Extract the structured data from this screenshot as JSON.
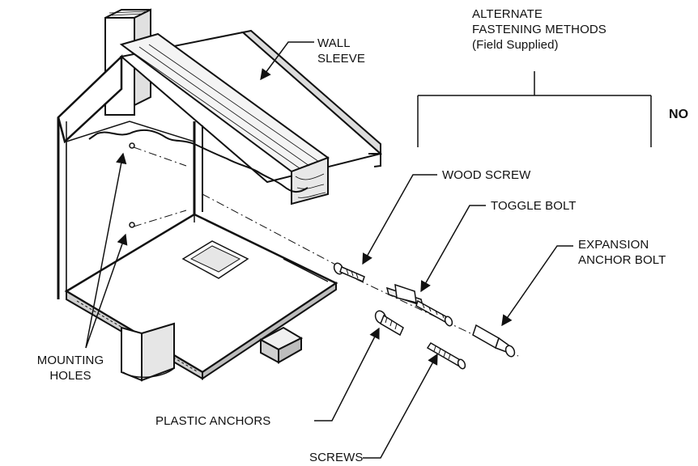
{
  "header": {
    "line1": "ALTERNATE",
    "line2": "FASTENING METHODS",
    "line3": "(Field Supplied)"
  },
  "clipped_text": "NO",
  "labels": {
    "wall_sleeve": [
      "WALL",
      "SLEEVE"
    ],
    "wood_screw": "WOOD SCREW",
    "toggle_bolt": "TOGGLE BOLT",
    "expansion_anchor_bolt": [
      "EXPANSION",
      "ANCHOR BOLT"
    ],
    "mounting_holes": [
      "MOUNTING",
      "HOLES"
    ],
    "plastic_anchors": "PLASTIC ANCHORS",
    "screws": "SCREWS"
  },
  "colors": {
    "line": "#111111",
    "background": "#ffffff",
    "shade": "#d9d9d9",
    "dark_shade": "#8c8c8c"
  }
}
